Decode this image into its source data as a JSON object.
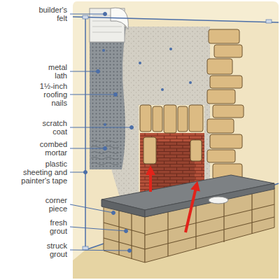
{
  "diagram": {
    "labels": [
      "builder's felt",
      "metal lath",
      "1½-inch roofing nails",
      "scratch coat",
      "combed mortar",
      "plastic sheeting and painter's tape",
      "corner piece",
      "fresh grout",
      "struck grout"
    ]
  }
}
